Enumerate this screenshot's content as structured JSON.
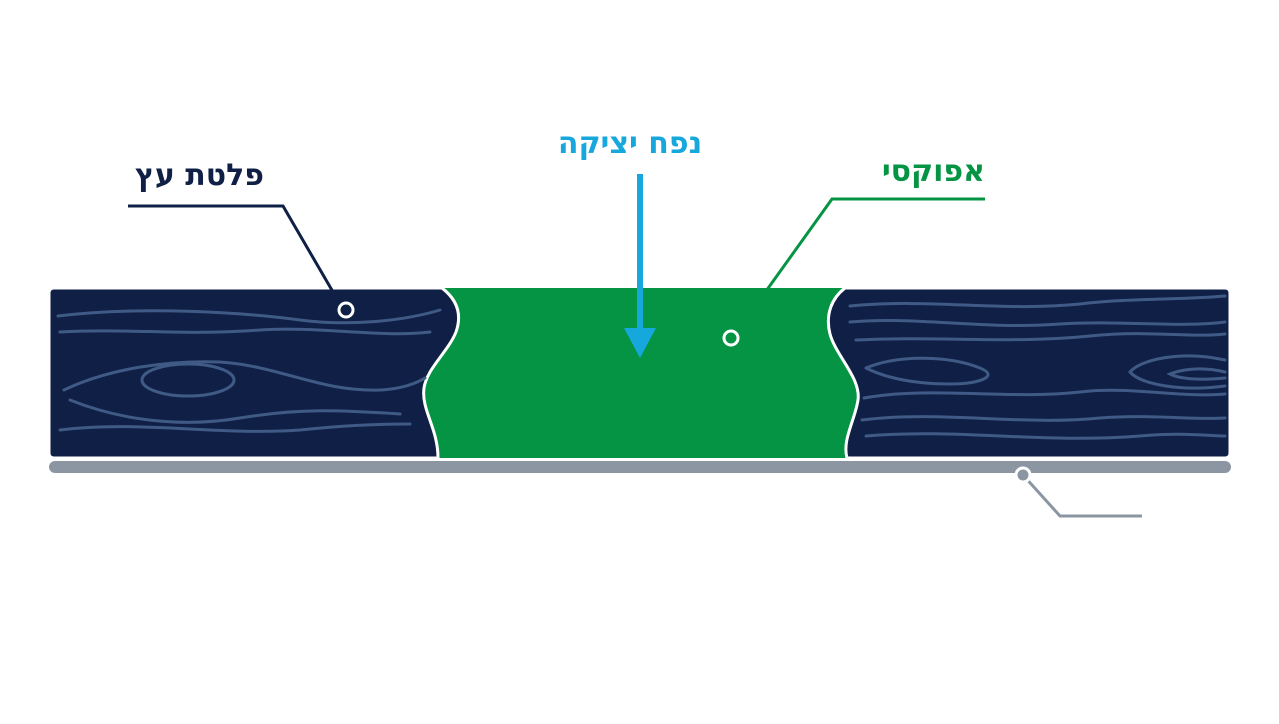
{
  "labels": {
    "wood_board": "פלטת עץ",
    "casting_volume": "נפח יציקה",
    "epoxy": "אפוקסי"
  },
  "colors": {
    "wood": "#0f1f45",
    "wood_grain": "#3f5a85",
    "epoxy": "#059444",
    "casting_arrow": "#16a7dd",
    "base_sheet": "#8c96a3",
    "outline": "#ffffff"
  },
  "icons": {
    "casting_arrow": "down-arrow-icon",
    "callout_marker": "circle-marker-icon"
  }
}
